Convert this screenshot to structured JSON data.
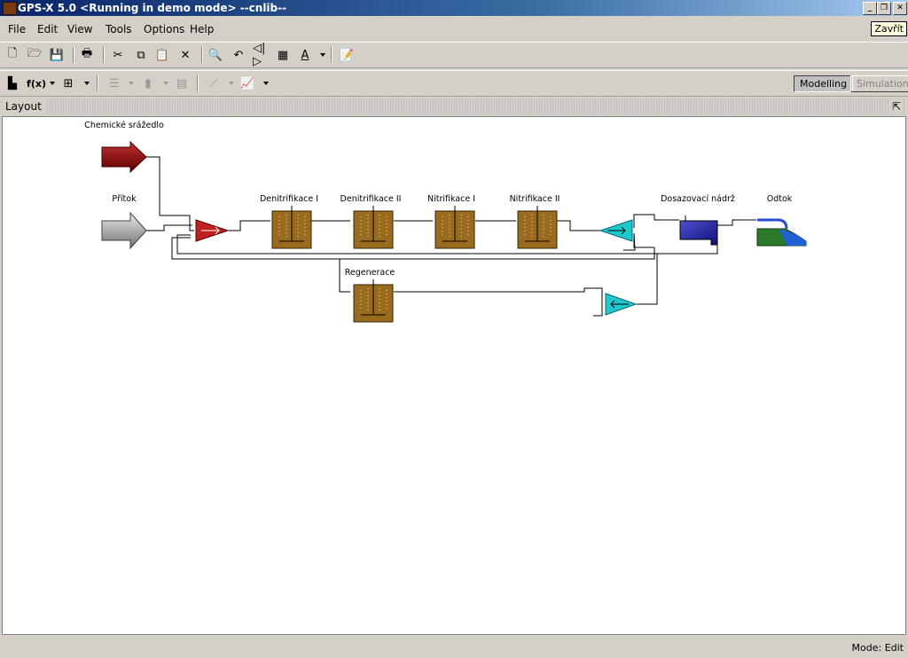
{
  "window": {
    "title": "GPS-X 5.0 <Running in demo mode> --cnlib--"
  },
  "menu": {
    "file": "File",
    "edit": "Edit",
    "view": "View",
    "tools": "Tools",
    "options": "Options",
    "help": "Help"
  },
  "tooltip": "Zavřít",
  "toolbar2": {
    "fx_label": "f(x)"
  },
  "modes": {
    "modelling": "Modelling",
    "simulation": "Simulation"
  },
  "layout": {
    "title": "Layout",
    "labels": {
      "chemical_dosing": "Chemické srážedlo",
      "inflow": "Přítok",
      "denit1": "Denitrifikace I",
      "denit2": "Denitrifikace II",
      "nit1": "Nitrifikace I",
      "nit2": "Nitrifikace II",
      "dosing_tank": "Dosazovací nádrž",
      "outflow": "Odtok",
      "regeneration": "Regenerace"
    }
  },
  "status": {
    "mode": "Mode: Edit"
  },
  "colors": {
    "titlebar": "#0a246a",
    "tank_sludge": "#9a6b1f",
    "mixer_red": "#c02020",
    "splitter_cyan": "#20c8d0",
    "clarifier_blue": "#2a2aa0"
  }
}
